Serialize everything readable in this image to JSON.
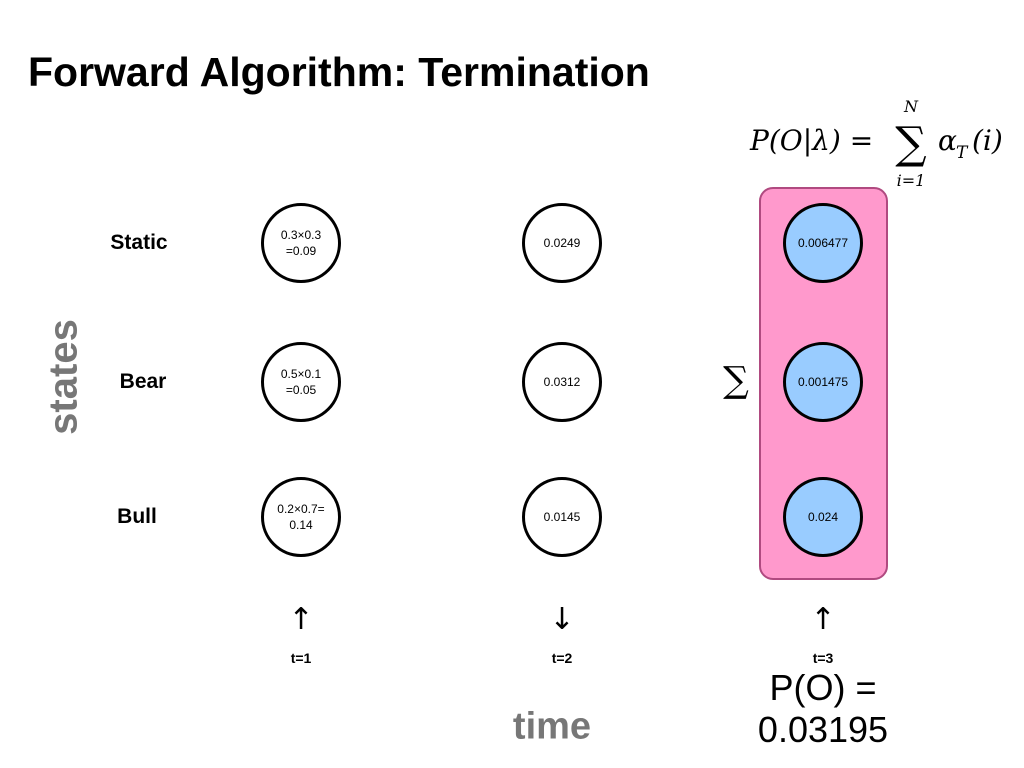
{
  "title": "Forward Algorithm: Termination",
  "formula": {
    "lhs": "P(O|λ) =",
    "sum_upper": "N",
    "sum_lower": "i=1",
    "term_main": "α",
    "term_sub": "T",
    "term_arg": "(i)"
  },
  "sum_symbol": "∑",
  "axis": {
    "states": "states",
    "time": "time"
  },
  "states": [
    {
      "label": "Static"
    },
    {
      "label": "Bear"
    },
    {
      "label": "Bull"
    }
  ],
  "columns": [
    {
      "time_label": "t=1",
      "arrow": "↑",
      "highlighted": false,
      "nodes": [
        {
          "line1": "0.3×0.3",
          "line2": "=0.09"
        },
        {
          "line1": "0.5×0.1",
          "line2": "=0.05"
        },
        {
          "line1": "0.2×0.7=",
          "line2": "0.14"
        }
      ]
    },
    {
      "time_label": "t=2",
      "arrow": "↓",
      "highlighted": false,
      "nodes": [
        {
          "line1": "0.0249",
          "line2": ""
        },
        {
          "line1": "0.0312",
          "line2": ""
        },
        {
          "line1": "0.0145",
          "line2": ""
        }
      ]
    },
    {
      "time_label": "t=3",
      "arrow": "↑",
      "highlighted": true,
      "nodes": [
        {
          "line1": "0.006477",
          "line2": ""
        },
        {
          "line1": "0.001475",
          "line2": ""
        },
        {
          "line1": "0.024",
          "line2": ""
        }
      ]
    }
  ],
  "result": {
    "line1": "P(O) =",
    "line2": "0.03195"
  },
  "colors": {
    "highlight_fill": "#ff99cc",
    "highlight_border": "#b04a80",
    "highlighted_node_fill": "#99ccff",
    "axis_label": "#777777"
  }
}
